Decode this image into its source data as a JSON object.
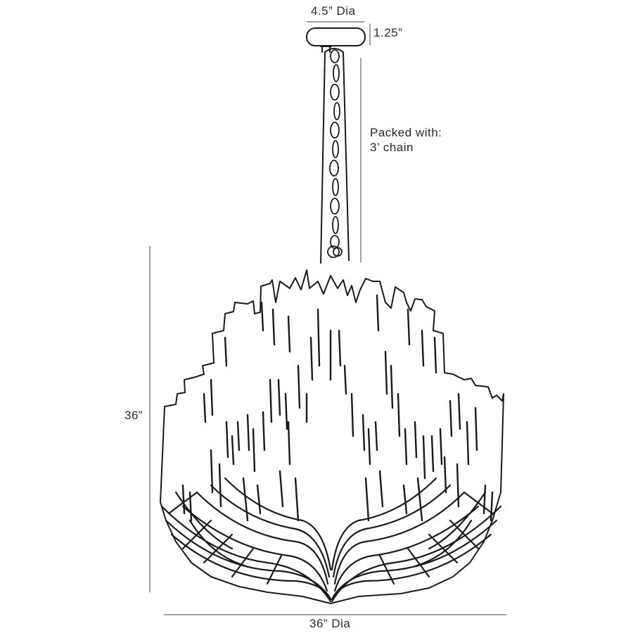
{
  "dimensions": {
    "canopy_diameter": "4.5” Dia",
    "canopy_height": "1.25”",
    "fixture_height": "36”",
    "fixture_diameter": "36” Dia"
  },
  "chain_note": {
    "line1": "Packed with:",
    "line2": "3’ chain"
  }
}
